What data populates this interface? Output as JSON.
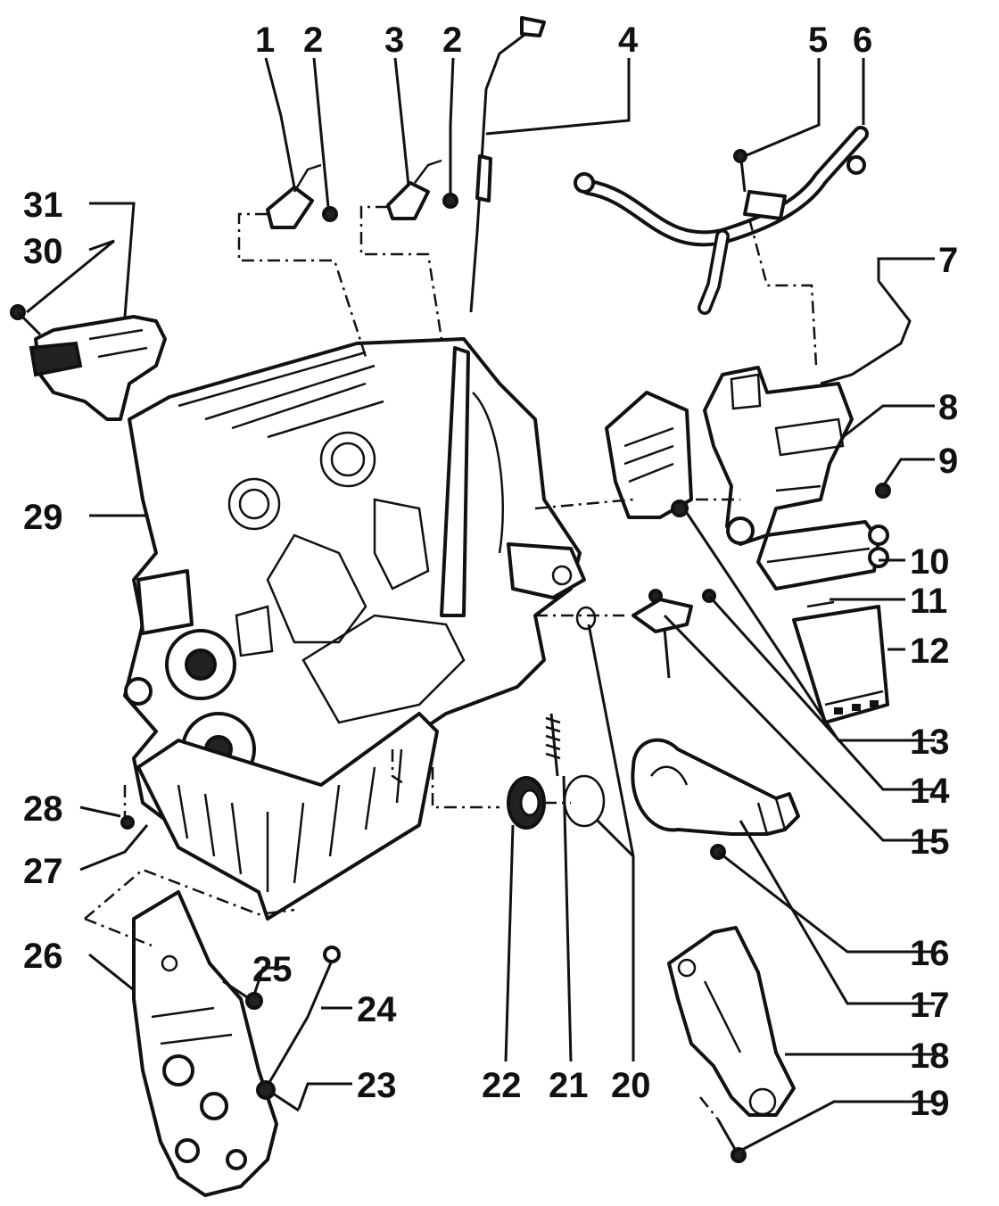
{
  "callouts": [
    "1",
    "2",
    "3",
    "2",
    "4",
    "5",
    "6",
    "7",
    "8",
    "9",
    "10",
    "11",
    "12",
    "13",
    "14",
    "15",
    "16",
    "17",
    "18",
    "19",
    "20",
    "21",
    "22",
    "23",
    "24",
    "25",
    "26",
    "27",
    "28",
    "29",
    "30",
    "31"
  ]
}
